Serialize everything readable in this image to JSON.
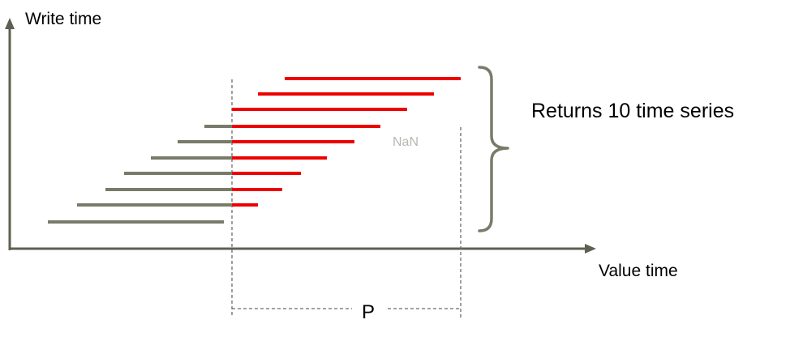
{
  "diagram": {
    "y_axis_label": "Write time",
    "x_axis_label": "Value time",
    "brace_label": "Returns 10 time series",
    "gap_label": "NaN",
    "period_label": "P"
  },
  "colors": {
    "axis": "#5f5f52",
    "past_segment": "#7a7a6a",
    "future_segment": "#ee0000",
    "dashed_guide": "#6b6b6b",
    "nan_text": "#b8b8b0",
    "brace": "#7a7a6a"
  },
  "series_count": 10
}
